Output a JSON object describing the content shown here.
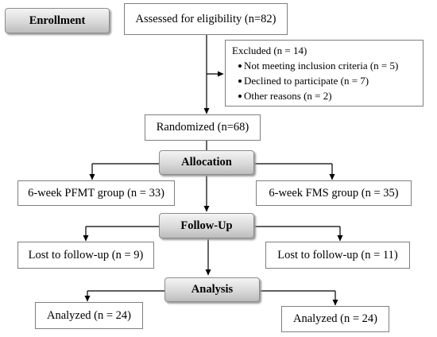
{
  "colors": {
    "box_border": "#7f7f7f",
    "stage_fill": "#d9d9d9",
    "line": "#000000"
  },
  "stages": {
    "enrollment": "Enrollment",
    "allocation": "Allocation",
    "follow_up": "Follow-Up",
    "analysis": "Analysis"
  },
  "boxes": {
    "assessed": "Assessed for eligibility (n=82)",
    "randomized": "Randomized (n=68)",
    "pfmt_group": "6-week PFMT group (n = 33)",
    "fms_group": "6-week FMS group (n = 35)",
    "lost_pfmt": "Lost to follow-up (n = 9)",
    "lost_fms": "Lost to follow-up (n = 11)",
    "analyzed_pfmt": "Analyzed (n = 24)",
    "analyzed_fms": "Analyzed (n = 24)"
  },
  "excluded": {
    "title": "Excluded (n = 14)",
    "reasons": [
      "Not meeting inclusion criteria (n = 5)",
      "Declined to participate (n = 7)",
      "Other reasons (n = 2)"
    ]
  }
}
